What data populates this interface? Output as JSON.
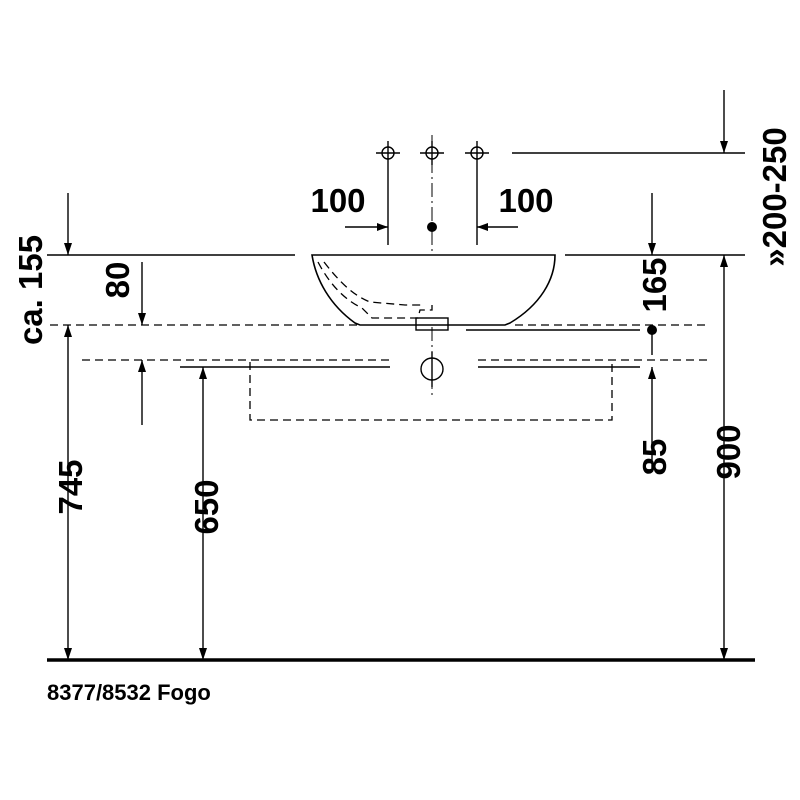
{
  "dimensions": {
    "tap_spacing_left": "100",
    "tap_spacing_right": "100",
    "tap_height": "»200-250",
    "basin_height": "ca. 155",
    "inner_depth": "80",
    "drain_height": "165",
    "counter_thickness": "85",
    "counter_height_left": "745",
    "counter_height_inner": "650",
    "total_height": "900"
  },
  "caption": "8377/8532 Fogo",
  "colors": {
    "line": "#000000",
    "background": "#ffffff"
  }
}
